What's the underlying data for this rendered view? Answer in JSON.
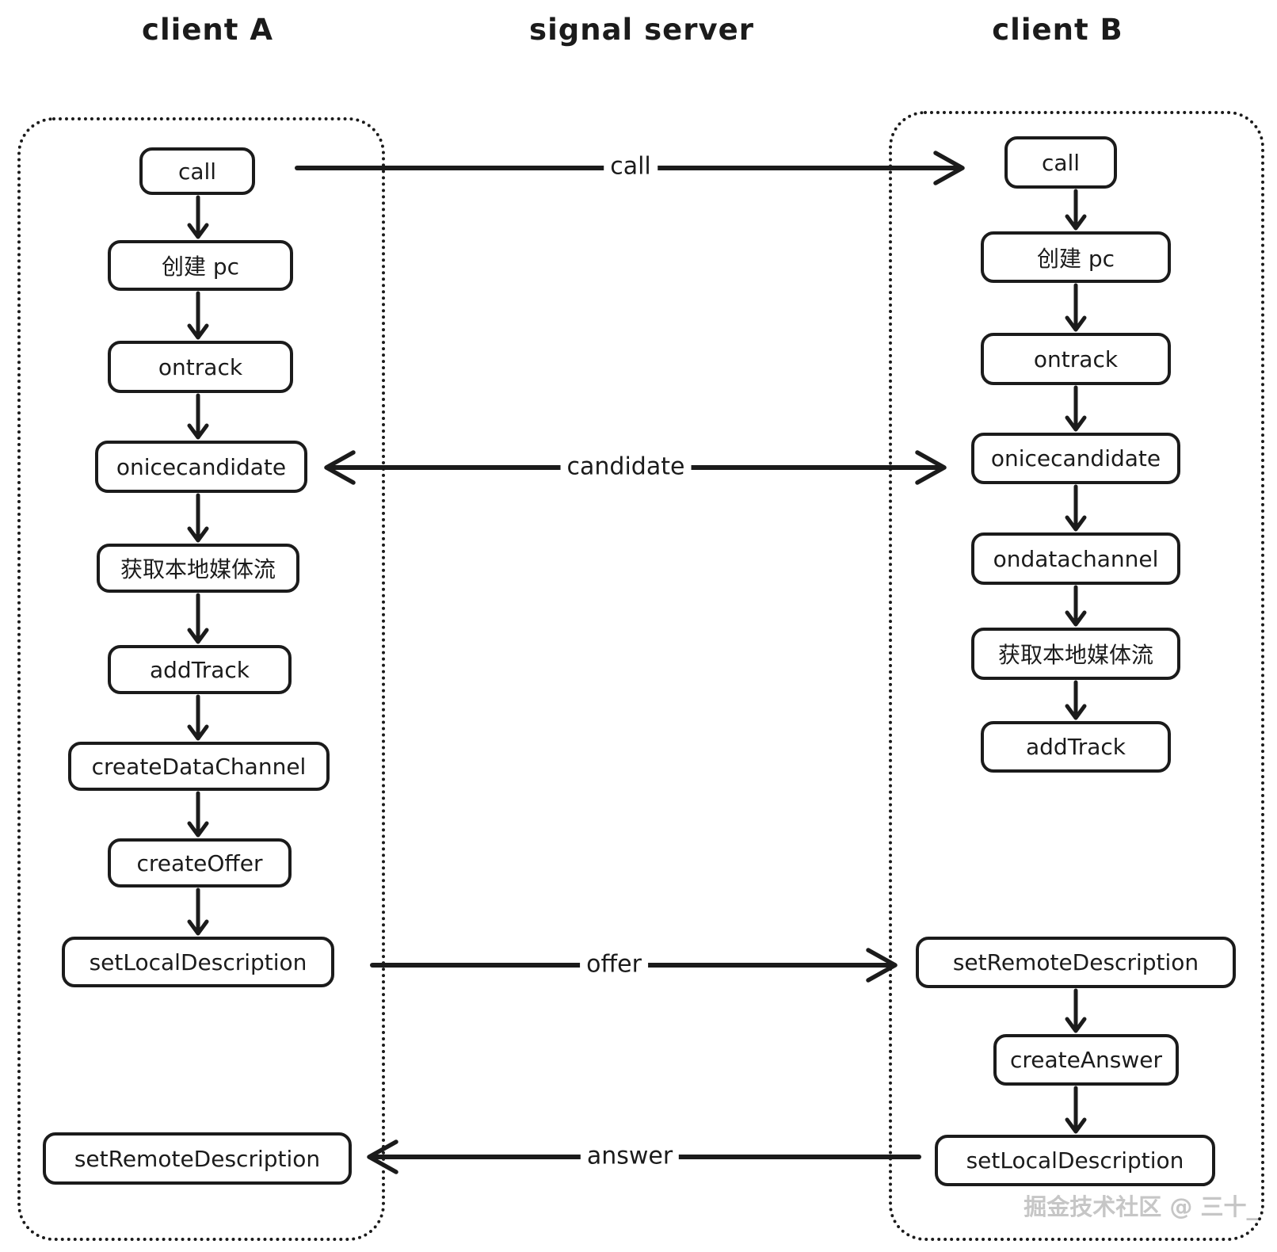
{
  "headers": {
    "client_a": "client A",
    "signal_server": "signal server",
    "client_b": "client B"
  },
  "client_a": {
    "nodes": [
      {
        "label": "call"
      },
      {
        "label": "创建 pc"
      },
      {
        "label": "ontrack"
      },
      {
        "label": "onicecandidate"
      },
      {
        "label": "获取本地媒体流"
      },
      {
        "label": "addTrack"
      },
      {
        "label": "createDataChannel"
      },
      {
        "label": "createOffer"
      },
      {
        "label": "setLocalDescription"
      },
      {
        "label": "setRemoteDescription"
      }
    ]
  },
  "client_b": {
    "nodes": [
      {
        "label": "call"
      },
      {
        "label": "创建 pc"
      },
      {
        "label": "ontrack"
      },
      {
        "label": "onicecandidate"
      },
      {
        "label": "ondatachannel"
      },
      {
        "label": "获取本地媒体流"
      },
      {
        "label": "addTrack"
      },
      {
        "label": "setRemoteDescription"
      },
      {
        "label": "createAnswer"
      },
      {
        "label": "setLocalDescription"
      }
    ]
  },
  "messages": {
    "call": "call",
    "candidate": "candidate",
    "offer": "offer",
    "answer": "answer"
  },
  "watermark": "掘金技术社区 @ 三十_",
  "colors": {
    "ink": "#1b1b1b",
    "paper": "#ffffff",
    "watermark": "#c6c6c6"
  }
}
